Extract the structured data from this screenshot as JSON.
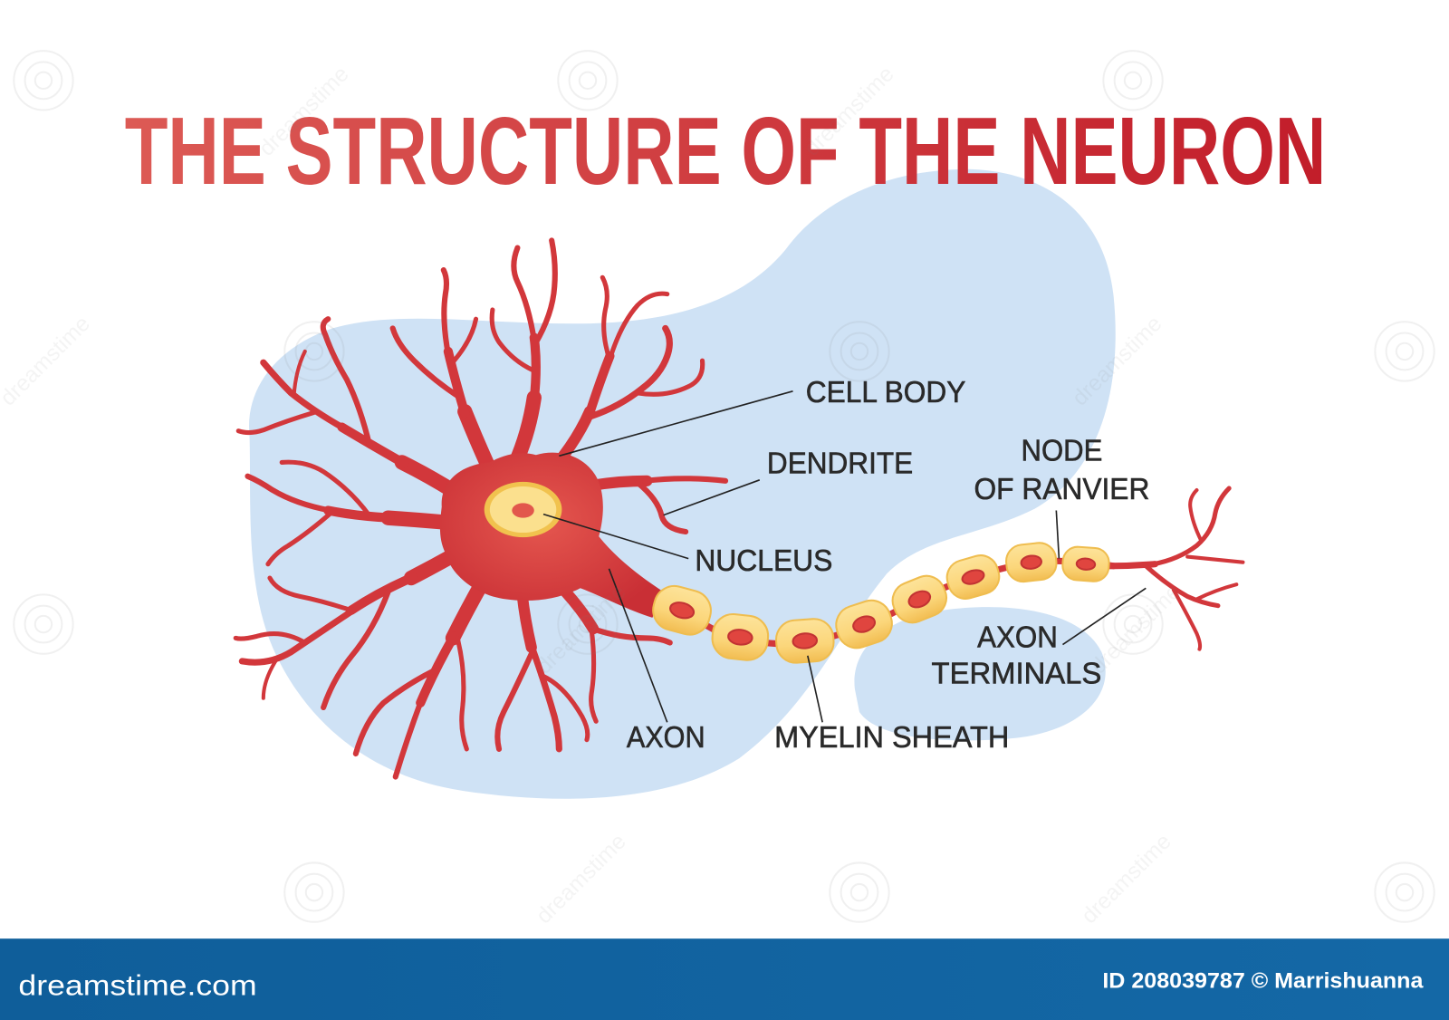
{
  "title": "THE STRUCTURE OF THE NEURON",
  "labels": {
    "cell_body": "CELL BODY",
    "dendrite": "DENDRITE",
    "node_of_ranvier": [
      "NODE",
      "OF RANVIER"
    ],
    "nucleus": "NUCLEUS",
    "axon_terminals": [
      "AXON",
      "TERMINALS"
    ],
    "axon": "AXON",
    "myelin_sheath": "MYELIN SHEATH"
  },
  "footer": {
    "site": "dreamstime.com",
    "credit": "ID 208039787 © Marrishuanna"
  },
  "watermark": {
    "text": "dreamstime",
    "icon": "dreamstime-swirl-icon"
  },
  "colors": {
    "title_gradient_start": "#dc5a55",
    "title_gradient_end": "#c21d2a",
    "neuron_red": "#d2373b",
    "myelin_yellow": "#fbd67a",
    "nucleus_yellow": "#fbe08e",
    "background_blob": "#cfe2f5",
    "label_text": "#2a2a2a",
    "footer_bar": "#1468a6"
  }
}
